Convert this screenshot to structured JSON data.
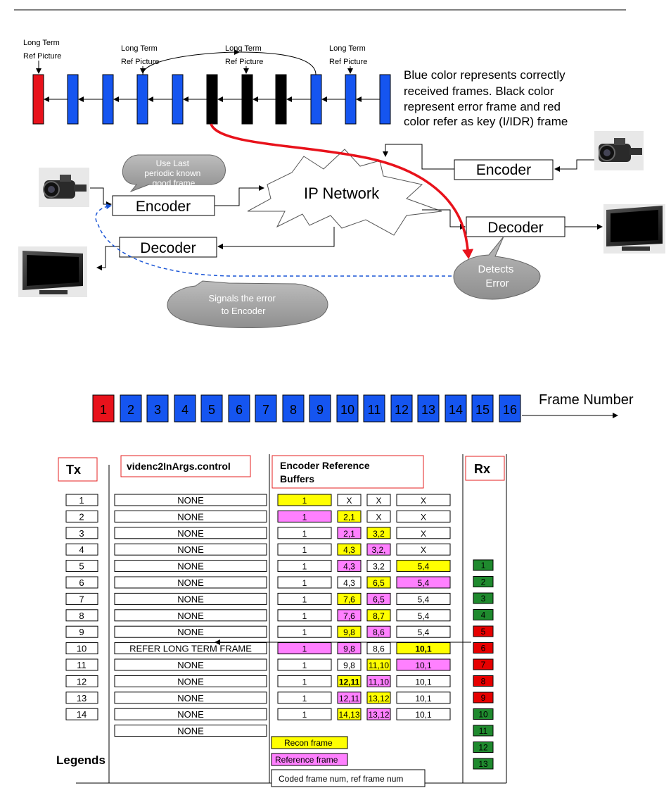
{
  "diagram1": {
    "ltr_labels": [
      "Long Term\nRef Picture",
      "Long Term\nRef Picture",
      "Long Term\nRef Picture",
      "Long Term\nRef Picture"
    ],
    "description": "Blue color represents correctly\nreceived frames. Black color\nrepresent error frame and red\ncolor refer as key (I/IDR) frame",
    "encoder_label": "Encoder",
    "decoder_label": "Decoder",
    "network_label": "IP Network",
    "bubble_last_good": "Use Last\nperiodic known\ngood frame",
    "bubble_signals": "Signals the error\nto Encoder",
    "bubble_detects": "Detects\nError"
  },
  "frame_strip": {
    "frames": [
      "1",
      "2",
      "3",
      "4",
      "5",
      "6",
      "7",
      "8",
      "9",
      "10",
      "11",
      "12",
      "13",
      "14",
      "15",
      "16"
    ],
    "label": "Frame Number"
  },
  "table": {
    "tx_header": "Tx",
    "control_header": "videnc2InArgs.control",
    "buffers_header": "Encoder Reference\nBuffers",
    "rx_header": "Rx",
    "rows": [
      {
        "tx": "1",
        "control": "NONE",
        "b": [
          "1",
          "X",
          "X",
          "X"
        ],
        "c": [
          "y",
          "w",
          "w",
          "w"
        ]
      },
      {
        "tx": "2",
        "control": "NONE",
        "b": [
          "1",
          "2,1",
          "X",
          "X"
        ],
        "c": [
          "m",
          "y",
          "w",
          "w"
        ]
      },
      {
        "tx": "3",
        "control": "NONE",
        "b": [
          "1",
          "2,1",
          "3,2",
          "X"
        ],
        "c": [
          "w",
          "m",
          "y",
          "w"
        ]
      },
      {
        "tx": "4",
        "control": "NONE",
        "b": [
          "1",
          "4,3",
          "3,2,",
          "X"
        ],
        "c": [
          "w",
          "y",
          "m",
          "w"
        ]
      },
      {
        "tx": "5",
        "control": "NONE",
        "b": [
          "1",
          "4,3",
          "3,2",
          "5,4"
        ],
        "c": [
          "w",
          "m",
          "w",
          "y"
        ]
      },
      {
        "tx": "6",
        "control": "NONE",
        "b": [
          "1",
          "4,3",
          "6,5",
          "5,4"
        ],
        "c": [
          "w",
          "w",
          "y",
          "m"
        ]
      },
      {
        "tx": "7",
        "control": "NONE",
        "b": [
          "1",
          "7,6",
          "6,5",
          "5,4"
        ],
        "c": [
          "w",
          "y",
          "m",
          "w"
        ]
      },
      {
        "tx": "8",
        "control": "NONE",
        "b": [
          "1",
          "7,6",
          "8,7",
          "5,4"
        ],
        "c": [
          "w",
          "m",
          "y",
          "w"
        ]
      },
      {
        "tx": "9",
        "control": "NONE",
        "b": [
          "1",
          "9,8",
          "8,6",
          "5,4"
        ],
        "c": [
          "w",
          "y",
          "m",
          "w"
        ]
      },
      {
        "tx": "10",
        "control": "REFER LONG TERM FRAME",
        "b": [
          "1",
          "9,8",
          "8,6",
          "10,1"
        ],
        "c": [
          "m",
          "m",
          "w",
          "y"
        ]
      },
      {
        "tx": "11",
        "control": "NONE",
        "b": [
          "1",
          "9,8",
          "11,10",
          "10,1"
        ],
        "c": [
          "w",
          "w",
          "y",
          "m"
        ]
      },
      {
        "tx": "12",
        "control": "NONE",
        "b": [
          "1",
          "12,11",
          "11,10",
          "10,1"
        ],
        "c": [
          "w",
          "y",
          "m",
          "w"
        ]
      },
      {
        "tx": "13",
        "control": "NONE",
        "b": [
          "1",
          "12,11",
          "13,12",
          "10,1"
        ],
        "c": [
          "w",
          "m",
          "y",
          "w"
        ]
      },
      {
        "tx": "14",
        "control": "NONE",
        "b": [
          "1",
          "14,13",
          "13,12",
          "10,1"
        ],
        "c": [
          "w",
          "y",
          "m",
          "w"
        ]
      }
    ],
    "extra_control": "NONE",
    "rx": [
      {
        "n": "1",
        "c": "g"
      },
      {
        "n": "2",
        "c": "g"
      },
      {
        "n": "3",
        "c": "g"
      },
      {
        "n": "4",
        "c": "g"
      },
      {
        "n": "5",
        "c": "r"
      },
      {
        "n": "6",
        "c": "r"
      },
      {
        "n": "7",
        "c": "r"
      },
      {
        "n": "8",
        "c": "r"
      },
      {
        "n": "9",
        "c": "r"
      },
      {
        "n": "10",
        "c": "g"
      },
      {
        "n": "11",
        "c": "g"
      },
      {
        "n": "12",
        "c": "g"
      },
      {
        "n": "13",
        "c": "g"
      }
    ],
    "legend_title": "Legends",
    "legend_recon": "Recon frame",
    "legend_reference": "Reference  frame",
    "legend_coded": "Coded frame num, ref frame num"
  },
  "colors": {
    "blue": "#1555f0",
    "black": "#000000",
    "red": "#e8121b",
    "yellow": "#ffff00",
    "magenta": "#ff80ff",
    "green": "#1f8a2e",
    "rx_red": "#e60000",
    "header_red": "#e52020"
  }
}
